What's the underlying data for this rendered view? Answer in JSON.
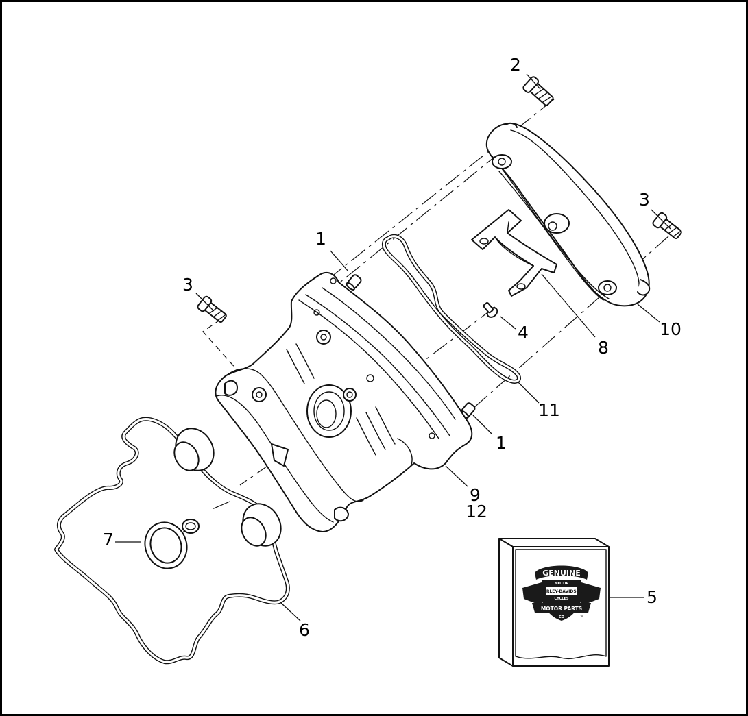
{
  "diagram": {
    "callouts": [
      {
        "id": "c2",
        "text": "2"
      },
      {
        "id": "c3r",
        "text": "3"
      },
      {
        "id": "c1t",
        "text": "1"
      },
      {
        "id": "c3l",
        "text": "3"
      },
      {
        "id": "c10",
        "text": "10"
      },
      {
        "id": "c4",
        "text": "4"
      },
      {
        "id": "c8",
        "text": "8"
      },
      {
        "id": "c11",
        "text": "11"
      },
      {
        "id": "c1b",
        "text": "1"
      },
      {
        "id": "c9",
        "text": "9"
      },
      {
        "id": "c12",
        "text": "12"
      },
      {
        "id": "c7",
        "text": "7"
      },
      {
        "id": "c6",
        "text": "6"
      },
      {
        "id": "c5",
        "text": "5"
      }
    ],
    "logo": {
      "top": "GENUINE",
      "brand_line1": "HARLEY-DAVIDSON",
      "brand_motor": "MOTOR",
      "brand_cycles": "CYCLES",
      "bottom": "MOTOR PARTS",
      "co": "CO",
      "tm": "™"
    }
  }
}
